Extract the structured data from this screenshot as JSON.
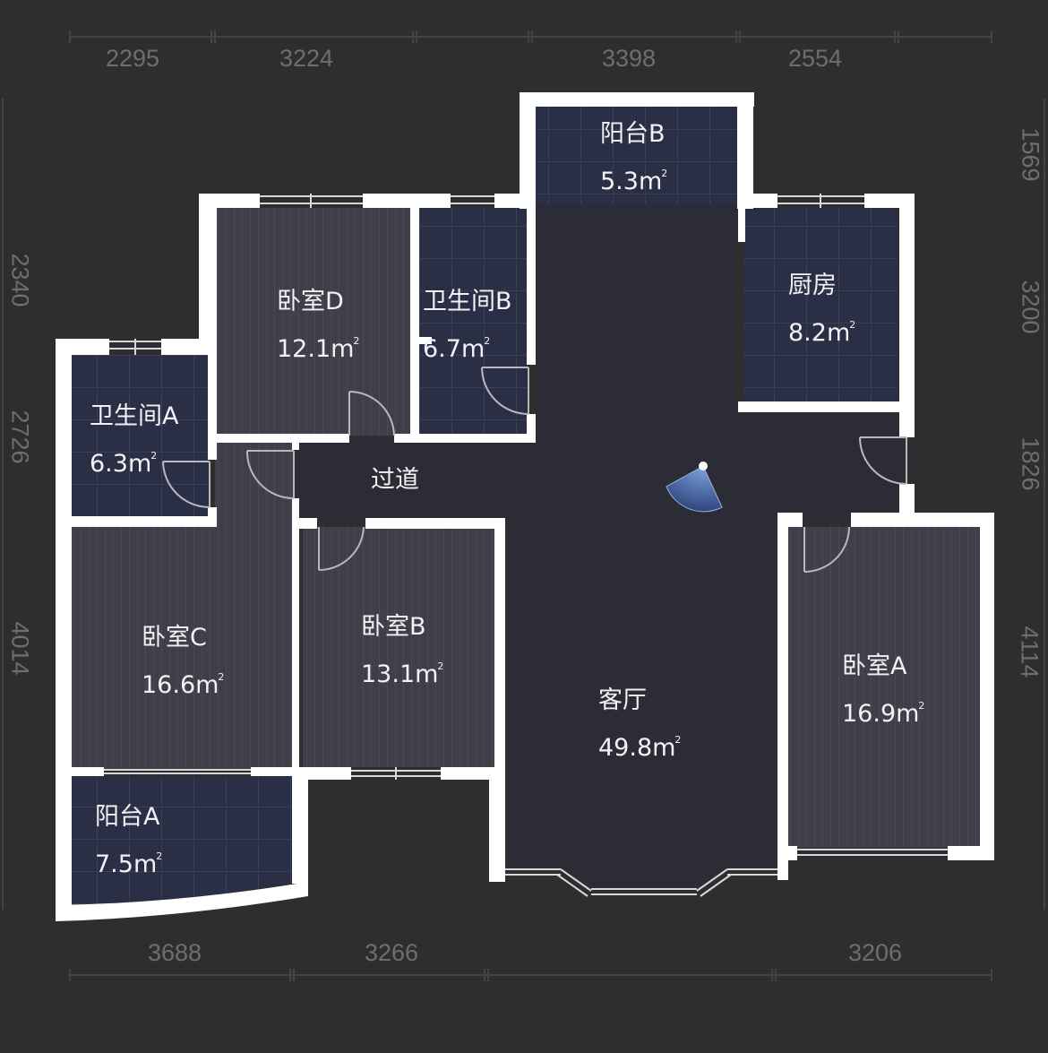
{
  "background_color": "#2e2e30",
  "wall_color": "#ffffff",
  "colors": {
    "wood_floor": "#3f3f4a",
    "tile_floor": "#2b2f45",
    "living_floor": "#2c2c36",
    "dim_text": "#6e6e70",
    "camera_fan": "#5b7fc0"
  },
  "dimensions": {
    "top": [
      "2295",
      "3224",
      "3398",
      "2554"
    ],
    "bottom": [
      "3688",
      "3266",
      "3206"
    ],
    "left": [
      "2340",
      "2726",
      "4014"
    ],
    "right": [
      "1569",
      "3200",
      "1826",
      "4114"
    ]
  },
  "rooms": [
    {
      "id": "balcony-b",
      "name": "阳台B",
      "area": "5.3m",
      "unit_sup": "2"
    },
    {
      "id": "bedroom-d",
      "name": "卧室D",
      "area": "12.1m",
      "unit_sup": "2"
    },
    {
      "id": "bathroom-b",
      "name": "卫生间B",
      "area": "6.7m",
      "unit_sup": "2"
    },
    {
      "id": "kitchen",
      "name": "厨房",
      "area": "8.2m",
      "unit_sup": "2"
    },
    {
      "id": "bathroom-a",
      "name": "卫生间A",
      "area": "6.3m",
      "unit_sup": "2"
    },
    {
      "id": "corridor",
      "name": "过道",
      "area": "",
      "unit_sup": ""
    },
    {
      "id": "bedroom-c",
      "name": "卧室C",
      "area": "16.6m",
      "unit_sup": "2"
    },
    {
      "id": "bedroom-b",
      "name": "卧室B",
      "area": "13.1m",
      "unit_sup": "2"
    },
    {
      "id": "living-room",
      "name": "客厅",
      "area": "49.8m",
      "unit_sup": "2"
    },
    {
      "id": "bedroom-a",
      "name": "卧室A",
      "area": "16.9m",
      "unit_sup": "2"
    },
    {
      "id": "balcony-a",
      "name": "阳台A",
      "area": "7.5m",
      "unit_sup": "2"
    }
  ],
  "camera_marker": {
    "label": "view-direction"
  }
}
